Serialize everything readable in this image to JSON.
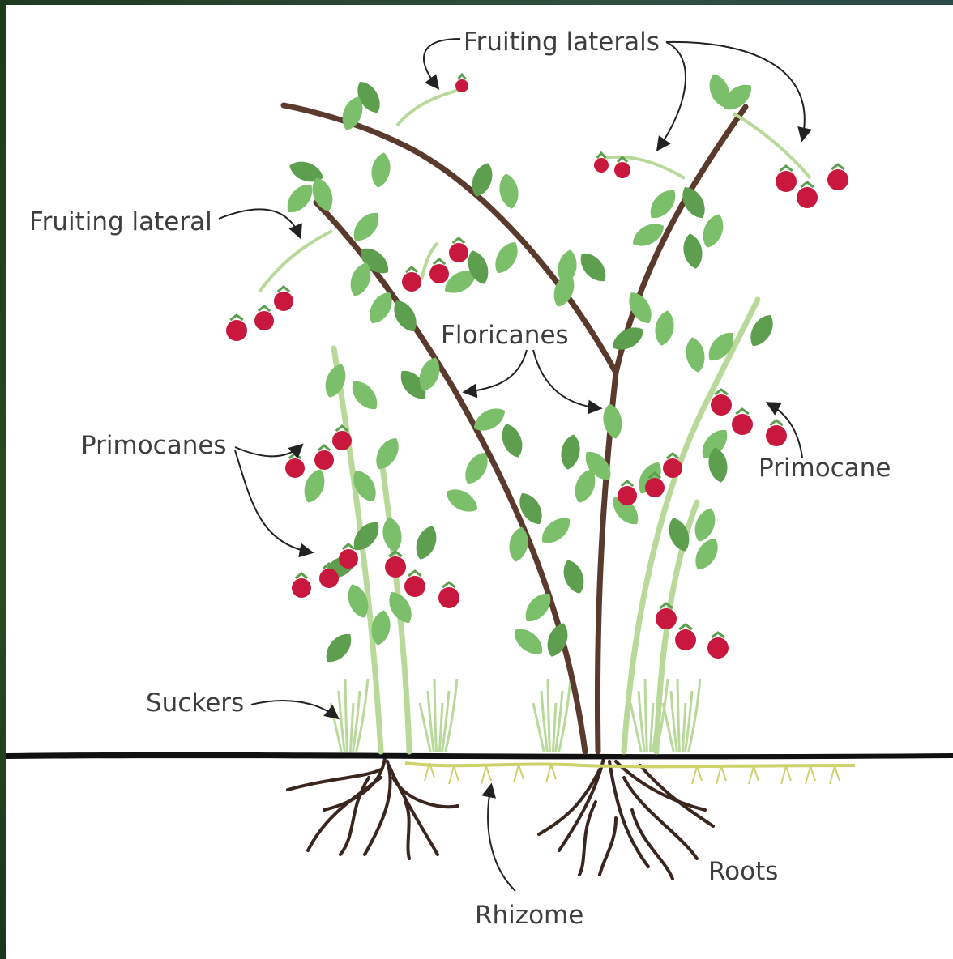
{
  "labels": {
    "fruiting_laterals": "Fruiting laterals",
    "fruiting_lateral": "Fruiting lateral",
    "floricanes": "Floricanes",
    "primocanes": "Primocanes",
    "primocane": "Primocane",
    "suckers": "Suckers",
    "rhizome": "Rhizome",
    "roots": "Roots"
  },
  "colors": {
    "floricane": "#5b3a2e",
    "primocane": "#b9d99a",
    "leaf": "#7cbf6a",
    "leaf_dark": "#5e9e4f",
    "berry": "#c8183e",
    "rhizome": "#cdd26a",
    "roots": "#3a261f",
    "ground": "#111111",
    "label_text": "#3e3e3e"
  }
}
